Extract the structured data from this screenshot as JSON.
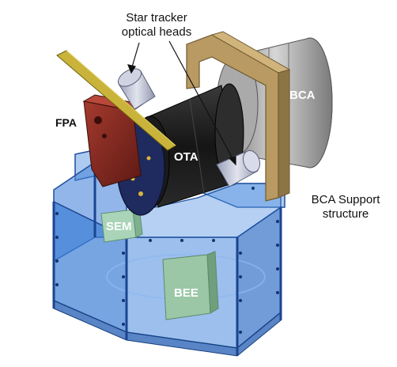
{
  "labels": {
    "star_tracker_line1": "Star tracker",
    "star_tracker_line2": "optical heads",
    "fpa": "FPA",
    "ota": "OTA",
    "bca": "BCA",
    "sem": "SEM",
    "bee": "BEE",
    "bca_support_line1": "BCA Support",
    "bca_support_line2": "structure"
  },
  "colors": {
    "frame_blue": "#3d7fd6",
    "frame_blue_dark": "#1f4f9e",
    "ota_black": "#1c1c1c",
    "fpa_red": "#8a2a22",
    "bca_grey": "#b9b9b9",
    "bracket_tan": "#b89a62",
    "sem_green": "#a9d4b8",
    "bee_green": "#9bc7a6",
    "gold": "#c9b33a"
  }
}
